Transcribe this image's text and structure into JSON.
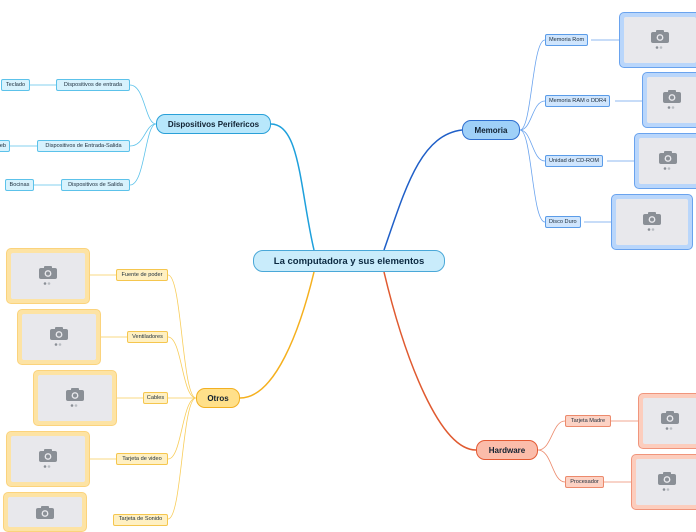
{
  "central": {
    "label": "La computadora y sus elementos"
  },
  "branches": {
    "memoria": {
      "label": "Memoria",
      "items": [
        "Memoria Rom",
        "Memoria RAM o DDR4",
        "Unidad de CD-ROM",
        "Disco Duro"
      ]
    },
    "perifericos": {
      "label": "Dispositivos Perifericos",
      "items": [
        "Dispositivos de entrada",
        "Dispositivos de Entrada-Salida",
        "Dispositivos de Salida"
      ],
      "leaves": [
        "Teclado",
        "eb",
        "Bocinas"
      ]
    },
    "otros": {
      "label": "Otros",
      "items": [
        "Fuente de poder",
        "Ventiladores",
        "Cables",
        "Tarjeta de video",
        "Tarjeta de Sonido"
      ]
    },
    "hardware": {
      "label": "Hardware",
      "items": [
        "Tarjeta Madre",
        "Procesador"
      ]
    }
  },
  "colors": {
    "memoria": "#1f5fc8",
    "perifericos": "#1ea0dc",
    "otros": "#f5b01e",
    "hardware": "#e05a30",
    "image_placeholder": "camera-icon"
  }
}
